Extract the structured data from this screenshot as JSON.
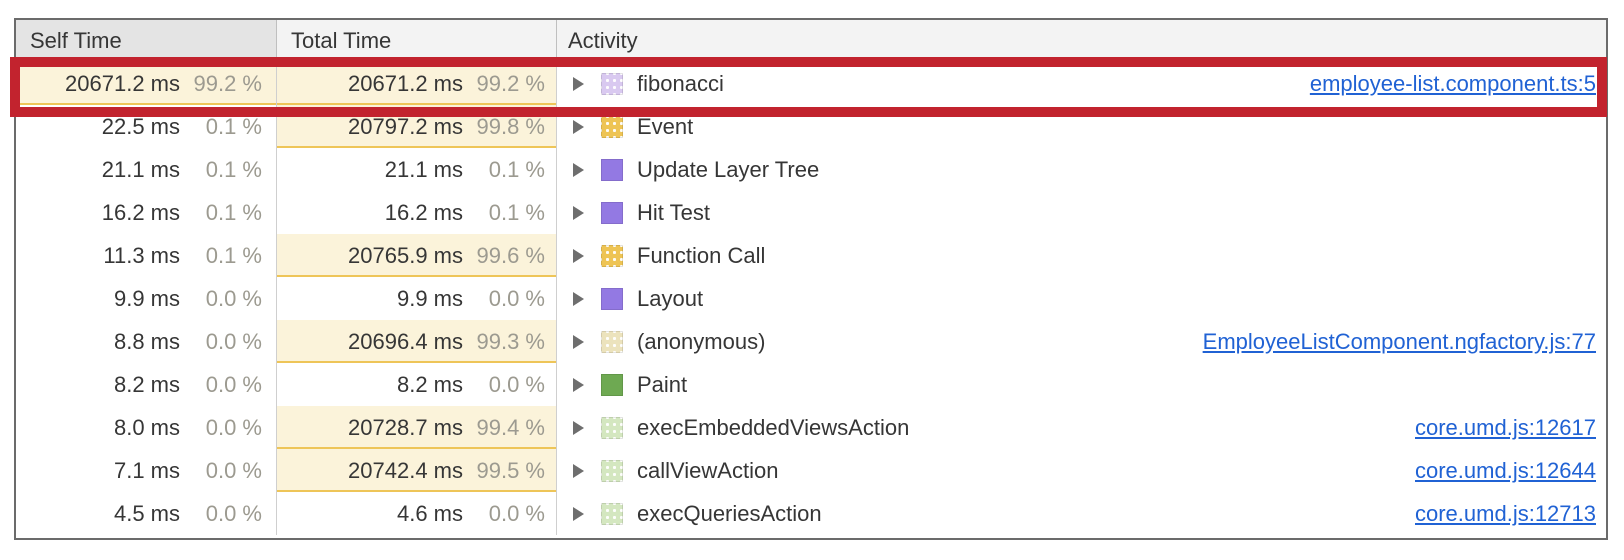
{
  "table": {
    "columns": [
      {
        "label": "Self Time",
        "sorted": true
      },
      {
        "label": "Total Time",
        "sorted": false
      },
      {
        "label": "Activity",
        "sorted": false
      }
    ],
    "rows": [
      {
        "self_time": "20671.2 ms",
        "self_pct": "99.2 %",
        "self_highlight": true,
        "total_time": "20671.2 ms",
        "total_pct": "99.2 %",
        "total_highlight": true,
        "activity": "fibonacci",
        "swatch_color": "#d9c9f0",
        "swatch_dotted": true,
        "link": "employee-list.component.ts:5",
        "annotated": true
      },
      {
        "self_time": "22.5 ms",
        "self_pct": "0.1 %",
        "self_highlight": false,
        "total_time": "20797.2 ms",
        "total_pct": "99.8 %",
        "total_highlight": true,
        "activity": "Event",
        "swatch_color": "#eec454",
        "swatch_dotted": true,
        "link": null,
        "annotated": false
      },
      {
        "self_time": "21.1 ms",
        "self_pct": "0.1 %",
        "self_highlight": false,
        "total_time": "21.1 ms",
        "total_pct": "0.1 %",
        "total_highlight": false,
        "activity": "Update Layer Tree",
        "swatch_color": "#9379e3",
        "swatch_dotted": false,
        "link": null,
        "annotated": false
      },
      {
        "self_time": "16.2 ms",
        "self_pct": "0.1 %",
        "self_highlight": false,
        "total_time": "16.2 ms",
        "total_pct": "0.1 %",
        "total_highlight": false,
        "activity": "Hit Test",
        "swatch_color": "#9379e3",
        "swatch_dotted": false,
        "link": null,
        "annotated": false
      },
      {
        "self_time": "11.3 ms",
        "self_pct": "0.1 %",
        "self_highlight": false,
        "total_time": "20765.9 ms",
        "total_pct": "99.6 %",
        "total_highlight": true,
        "activity": "Function Call",
        "swatch_color": "#eec454",
        "swatch_dotted": true,
        "link": null,
        "annotated": false
      },
      {
        "self_time": "9.9 ms",
        "self_pct": "0.0 %",
        "self_highlight": false,
        "total_time": "9.9 ms",
        "total_pct": "0.0 %",
        "total_highlight": false,
        "activity": "Layout",
        "swatch_color": "#9379e3",
        "swatch_dotted": false,
        "link": null,
        "annotated": false
      },
      {
        "self_time": "8.8 ms",
        "self_pct": "0.0 %",
        "self_highlight": false,
        "total_time": "20696.4 ms",
        "total_pct": "99.3 %",
        "total_highlight": true,
        "activity": "(anonymous)",
        "swatch_color": "#ece3bd",
        "swatch_dotted": true,
        "link": "EmployeeListComponent.ngfactory.js:77",
        "annotated": false
      },
      {
        "self_time": "8.2 ms",
        "self_pct": "0.0 %",
        "self_highlight": false,
        "total_time": "8.2 ms",
        "total_pct": "0.0 %",
        "total_highlight": false,
        "activity": "Paint",
        "swatch_color": "#6ea952",
        "swatch_dotted": false,
        "link": null,
        "annotated": false
      },
      {
        "self_time": "8.0 ms",
        "self_pct": "0.0 %",
        "self_highlight": false,
        "total_time": "20728.7 ms",
        "total_pct": "99.4 %",
        "total_highlight": true,
        "activity": "execEmbeddedViewsAction",
        "swatch_color": "#d4e7c0",
        "swatch_dotted": true,
        "link": "core.umd.js:12617",
        "annotated": false
      },
      {
        "self_time": "7.1 ms",
        "self_pct": "0.0 %",
        "self_highlight": false,
        "total_time": "20742.4 ms",
        "total_pct": "99.5 %",
        "total_highlight": true,
        "activity": "callViewAction",
        "swatch_color": "#d4e7c0",
        "swatch_dotted": true,
        "link": "core.umd.js:12644",
        "annotated": false
      },
      {
        "self_time": "4.5 ms",
        "self_pct": "0.0 %",
        "self_highlight": false,
        "total_time": "4.6 ms",
        "total_pct": "0.0 %",
        "total_highlight": false,
        "activity": "execQueriesAction",
        "swatch_color": "#d4e7c0",
        "swatch_dotted": true,
        "link": "core.umd.js:12713",
        "annotated": false
      }
    ]
  },
  "annotation": {
    "description": "red-highlight-box-around-fibonacci-row"
  },
  "colors": {
    "annotation-red": "#c2232e",
    "highlight-bg": "#fbf3da",
    "highlight-border": "#eec558",
    "link-blue": "#2062d4",
    "header-bg": "#f3f3f3",
    "sorted-header-bg": "#e4e4e4",
    "table-border": "#6b6b6b",
    "text-dark": "#363636",
    "text-pct": "#9c9a90",
    "arrow-gray": "#6e6e6e"
  }
}
